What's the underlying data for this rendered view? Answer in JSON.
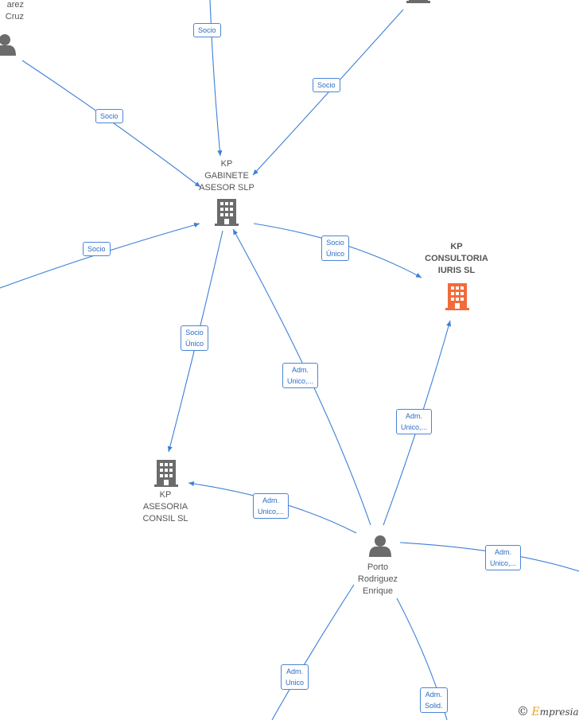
{
  "colors": {
    "edge": "#3d7fd6",
    "building": "#6b6b6b",
    "building_highlight": "#f26b3a",
    "person": "#6b6b6b"
  },
  "nodes": {
    "kp_gabinete": {
      "lines": [
        "KP",
        "GABINETE",
        "ASESOR SLP"
      ],
      "icon": "building-icon"
    },
    "kp_consultoria": {
      "lines": [
        "KP",
        "CONSULTORIA",
        "IURIS  SL"
      ],
      "icon": "building-icon"
    },
    "kp_asesoria": {
      "lines": [
        "KP",
        "ASESORIA",
        "CONSIL  SL"
      ],
      "icon": "building-icon"
    },
    "porto": {
      "lines": [
        "Porto",
        "Rodriguez",
        "Enrique"
      ],
      "icon": "person-icon"
    },
    "top_left_person": {
      "lines": [
        "arez",
        "Cruz"
      ],
      "icon": "person-icon"
    }
  },
  "edges": {
    "e1": [
      "Socio"
    ],
    "e2": [
      "Socio"
    ],
    "e3": [
      "Socio"
    ],
    "e4": [
      "Socio"
    ],
    "e5": [
      "Socio",
      "Único"
    ],
    "e6": [
      "Socio",
      "Único"
    ],
    "e7": [
      "Adm.",
      "Unico,..."
    ],
    "e8": [
      "Adm.",
      "Unico,..."
    ],
    "e9": [
      "Adm.",
      "Unico,..."
    ],
    "e10": [
      "Adm.",
      "Unico,..."
    ],
    "e11": [
      "Adm.",
      "Unico"
    ],
    "e12": [
      "Adm.",
      "Solid."
    ]
  },
  "brand": {
    "symbol": "©",
    "initial": "E",
    "rest": "mpresia"
  }
}
